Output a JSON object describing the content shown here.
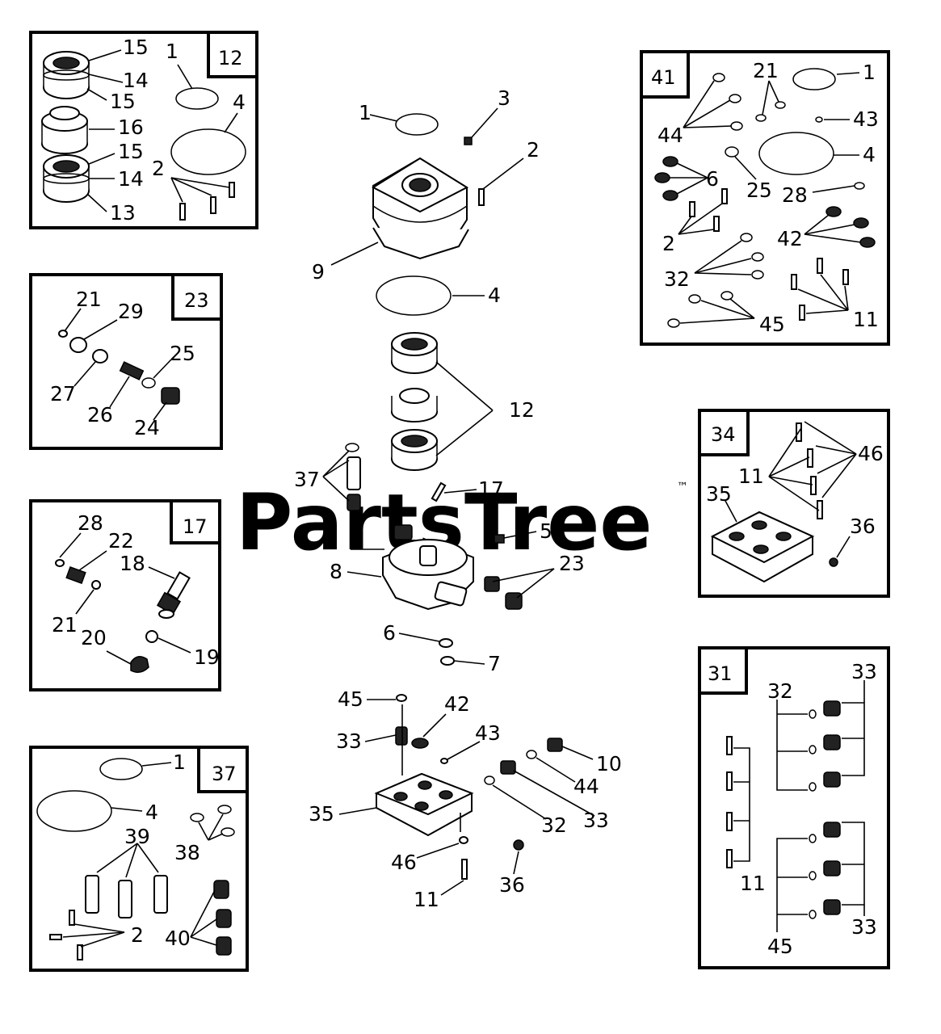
{
  "watermark": {
    "text": "PartsTree",
    "mark": "™"
  },
  "boxes": {
    "b12": {
      "number": "12",
      "labels": [
        "15",
        "14",
        "15",
        "16",
        "15",
        "14",
        "13",
        "1",
        "4",
        "2"
      ]
    },
    "b23": {
      "number": "23",
      "labels": [
        "21",
        "29",
        "25",
        "27",
        "26",
        "24"
      ]
    },
    "b17": {
      "number": "17",
      "labels": [
        "28",
        "22",
        "18",
        "21",
        "20",
        "19"
      ]
    },
    "b37": {
      "number": "37",
      "labels": [
        "1",
        "4",
        "39",
        "38",
        "2",
        "40"
      ]
    },
    "b41": {
      "number": "41",
      "labels": [
        "21",
        "1",
        "44",
        "43",
        "6",
        "4",
        "25",
        "28",
        "2",
        "42",
        "32",
        "11",
        "45"
      ]
    },
    "b34": {
      "number": "34",
      "labels": [
        "11",
        "46",
        "35",
        "36"
      ]
    },
    "b31": {
      "number": "31",
      "labels": [
        "32",
        "33",
        "11",
        "45",
        "33"
      ]
    }
  },
  "center_labels": [
    "1",
    "3",
    "2",
    "9",
    "4",
    "12",
    "37",
    "17",
    "5",
    "8",
    "23",
    "6",
    "7",
    "45",
    "42",
    "43",
    "33",
    "10",
    "44",
    "35",
    "32",
    "33",
    "46",
    "36",
    "11"
  ]
}
